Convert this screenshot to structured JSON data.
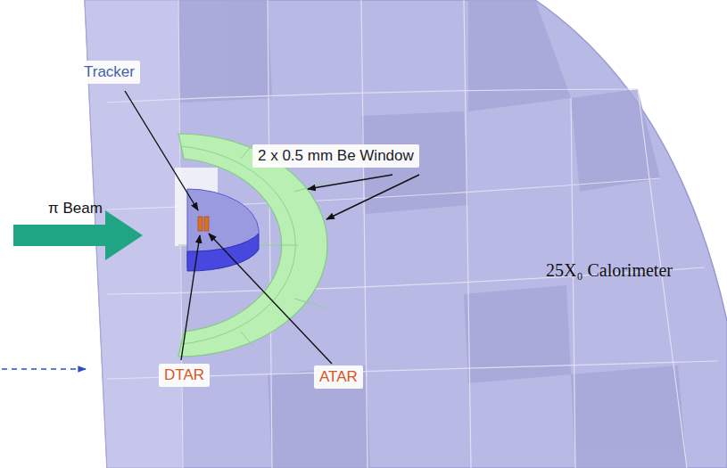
{
  "diagram": {
    "labels": [
      "Tracker",
      "2 x 0.5 mm Be Window",
      "π Beam",
      "25X₀ Calorimeter",
      "DTAR",
      "ATAR"
    ]
  }
}
